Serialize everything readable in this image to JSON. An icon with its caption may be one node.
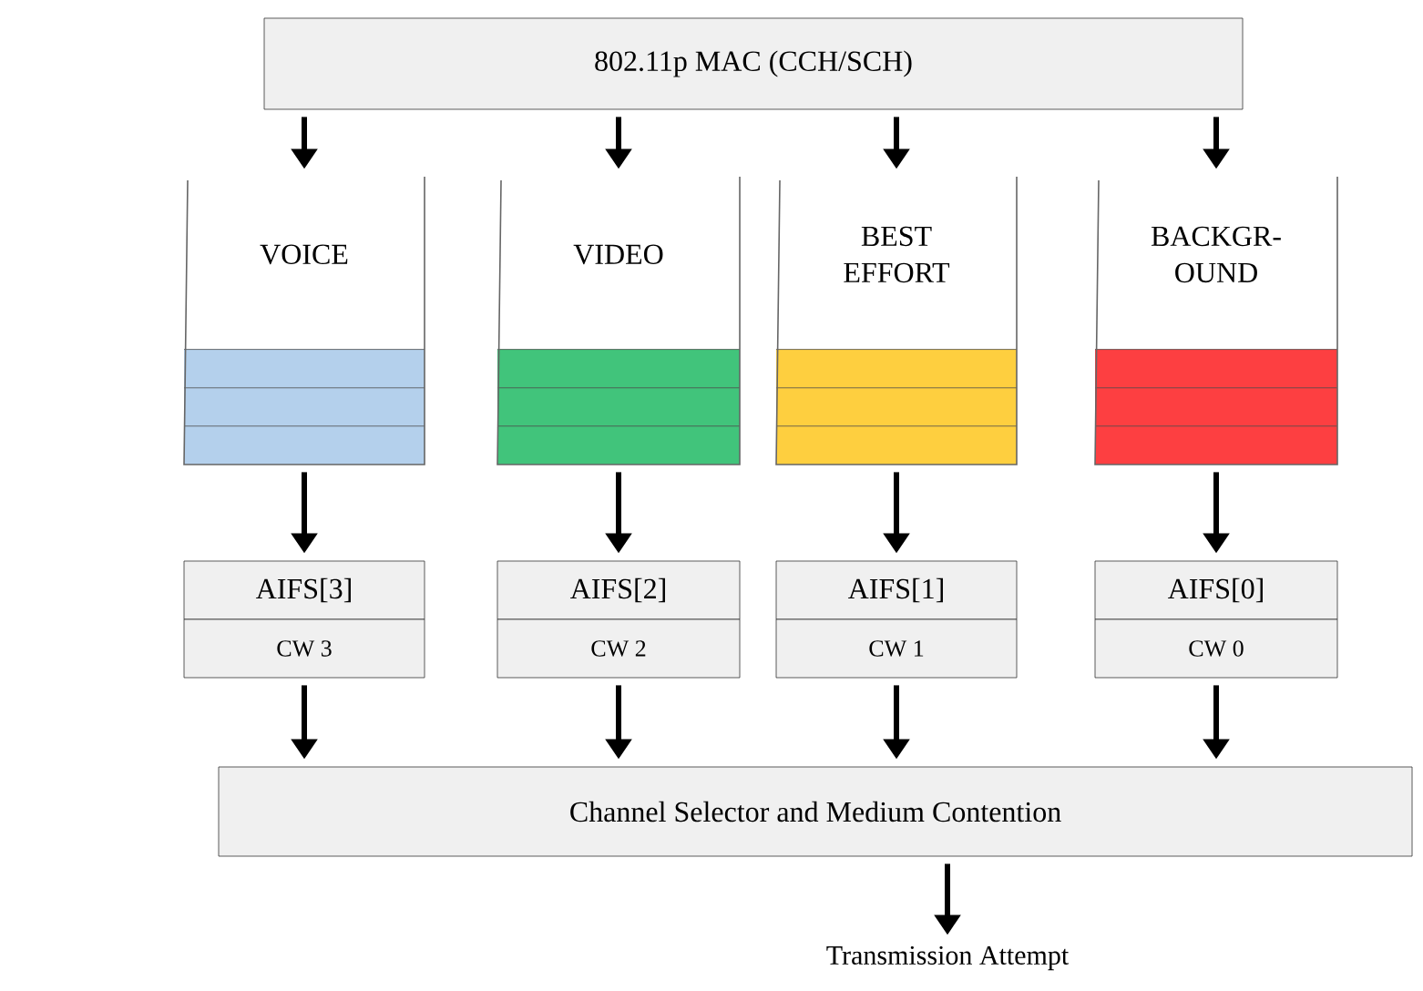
{
  "diagram": {
    "nodes": [
      {
        "text": [
          "802.11p MAC (CCH/SCH)"
        ]
      },
      {
        "text": [
          "VOICE"
        ]
      },
      {
        "text": [
          "VIDEO"
        ]
      },
      {
        "text": [
          "BEST EFFORT"
        ]
      },
      {
        "text": [
          "BACKGR- OUND"
        ]
      },
      {
        "text": [
          "AIFS[3]"
        ]
      },
      {
        "text": [
          "AIFS[2]"
        ]
      },
      {
        "text": [
          "AIFS[1]"
        ]
      },
      {
        "text": [
          "AIFS[0]"
        ]
      },
      {
        "text": [
          "CW 3"
        ]
      },
      {
        "text": [
          "CW 2"
        ]
      },
      {
        "text": [
          "CW 1"
        ]
      },
      {
        "text": [
          "CW 0"
        ]
      },
      {
        "text": [
          "Channel Selector and Medium Contention"
        ]
      },
      {
        "text": [
          "Transmission Attempt"
        ]
      }
    ],
    "edges": [
      {
        "from": 0,
        "to": 1,
        "arrow": "to"
      },
      {
        "from": 0,
        "to": 2,
        "arrow": "to"
      },
      {
        "from": 0,
        "to": 3,
        "arrow": "to"
      },
      {
        "from": 0,
        "to": 4,
        "arrow": "to"
      },
      {
        "from": 1,
        "to": 5,
        "arrow": "to"
      },
      {
        "from": 2,
        "to": 6,
        "arrow": "to"
      },
      {
        "from": 3,
        "to": 7,
        "arrow": "to"
      },
      {
        "from": 4,
        "to": 8,
        "arrow": "to"
      },
      {
        "from": 9,
        "to": 13,
        "arrow": "to"
      },
      {
        "from": 10,
        "to": 13,
        "arrow": "to"
      },
      {
        "from": 11,
        "to": 13,
        "arrow": "to"
      },
      {
        "from": 12,
        "to": 13,
        "arrow": "to"
      },
      {
        "from": 13,
        "to": 14,
        "arrow": "to"
      }
    ]
  }
}
